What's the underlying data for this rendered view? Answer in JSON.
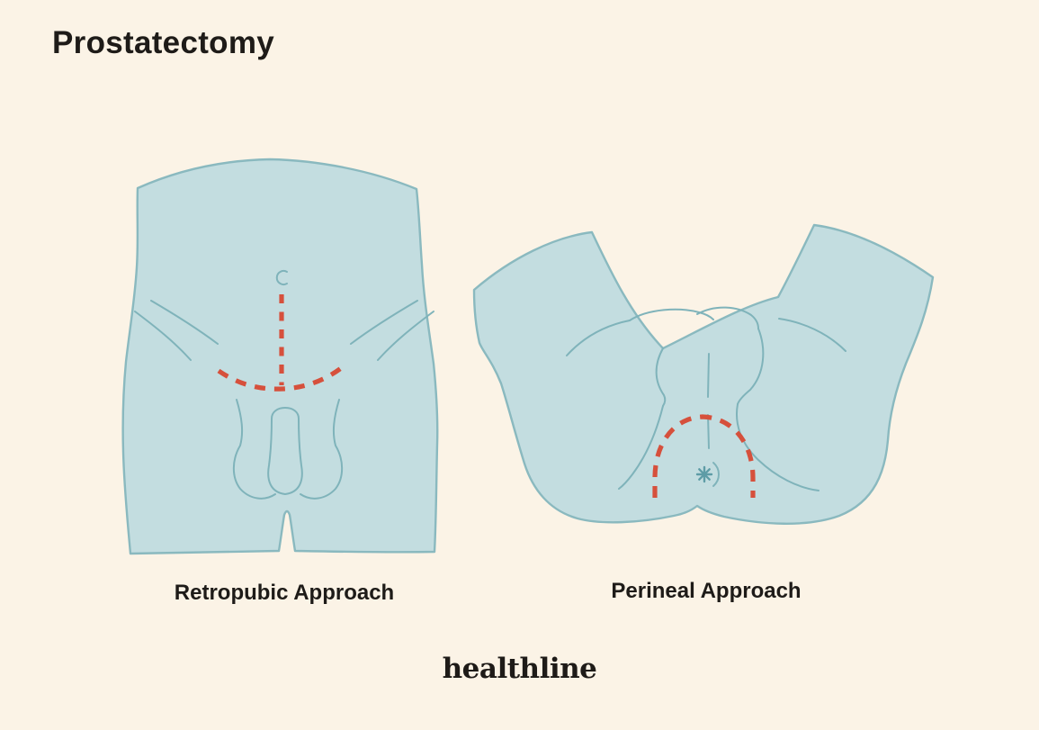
{
  "title": "Prostatectomy",
  "figures": {
    "left": {
      "label": "Retropubic Approach"
    },
    "right": {
      "label": "Perineal Approach"
    }
  },
  "footer": {
    "brand": "healthline"
  },
  "colors": {
    "background": "#FBF3E6",
    "body_fill": "#C3DDE0",
    "body_outline": "#8AB9BF",
    "detail_line": "#7FB3BA",
    "incision": "#D6503C",
    "anus_mark": "#5E9CA6",
    "text": "#1E1B18"
  }
}
